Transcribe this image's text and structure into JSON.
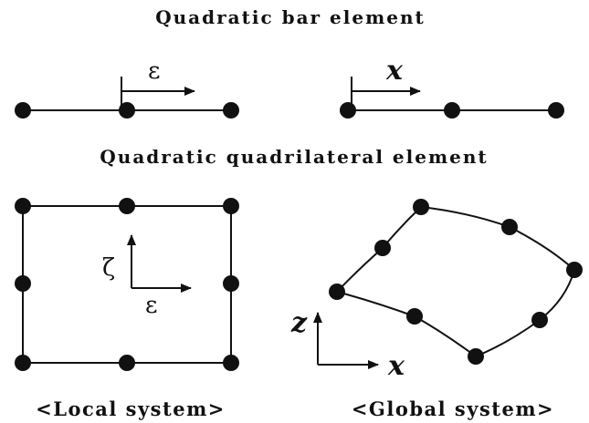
{
  "headings": {
    "bar": "Quadratic bar element",
    "quad": "Quadratic quadrilateral element"
  },
  "captions": {
    "local": "<Local system>",
    "global": "<Global system>"
  },
  "axes": {
    "bar_local_x": "ε",
    "bar_global_x": "x",
    "quad_local_x": "ε",
    "quad_local_y": "ζ",
    "quad_global_x": "x",
    "quad_global_z": "z"
  }
}
